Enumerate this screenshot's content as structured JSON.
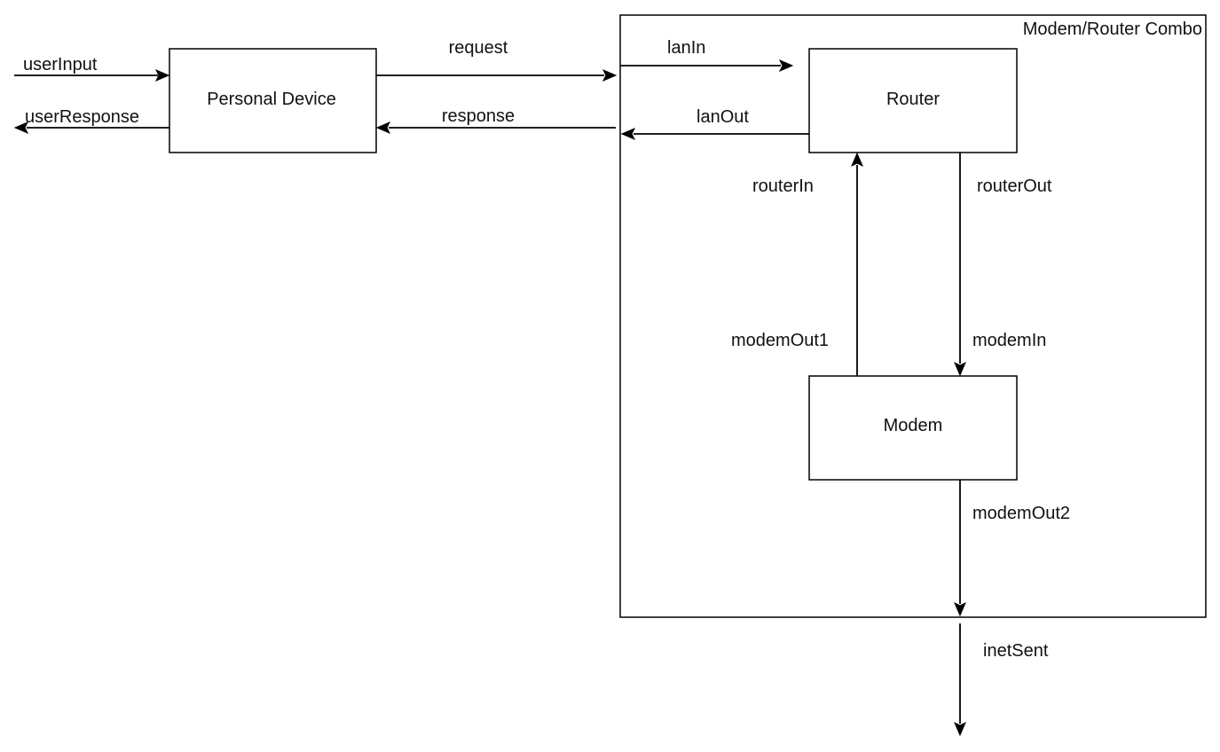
{
  "container": {
    "title": "Modem/Router Combo"
  },
  "nodes": {
    "personal_device": "Personal Device",
    "router": "Router",
    "modem": "Modem"
  },
  "edges": {
    "user_input": "userInput",
    "user_response": "userResponse",
    "request": "request",
    "response": "response",
    "lan_in": "lanIn",
    "lan_out": "lanOut",
    "router_in": "routerIn",
    "router_out": "routerOut",
    "modem_out1": "modemOut1",
    "modem_in": "modemIn",
    "modem_out2": "modemOut2",
    "inet_sent": "inetSent"
  },
  "colors": {
    "stroke": "#000000",
    "background": "#ffffff",
    "text": "#111111"
  }
}
